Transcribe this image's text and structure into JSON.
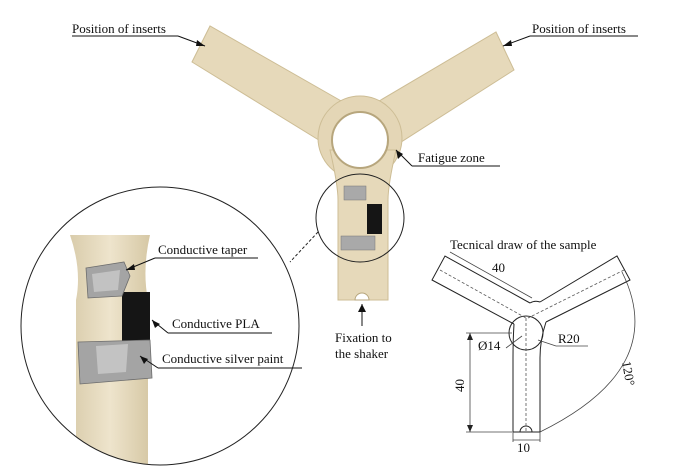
{
  "labels": {
    "inserts_left": "Position of inserts",
    "inserts_right": "Position of inserts",
    "fatigue_zone": "Fatigue zone",
    "fixation_line1": "Fixation to",
    "fixation_line2": "the shaker",
    "conductive_taper": "Conductive taper",
    "conductive_pla": "Conductive PLA",
    "conductive_silver": "Conductive silver paint",
    "drawing_title": "Tecnical draw of the sample"
  },
  "dimensions": {
    "arm_length": "40",
    "hole_diameter": "Ø14",
    "radius": "R20",
    "stem_length": "40",
    "stem_width": "10",
    "angle": "120°"
  },
  "colors": {
    "specimen": "#e8dcc0",
    "specimen_edge": "#c9b98f",
    "pla_black": "#151515",
    "silver": "#a9a9a9"
  }
}
